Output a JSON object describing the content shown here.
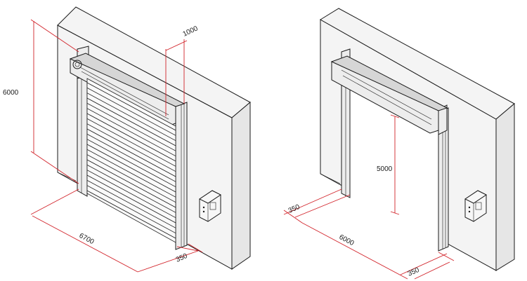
{
  "left_drawing": {
    "dim_height": "6000",
    "dim_top_offset": "1000",
    "dim_width": "6700",
    "dim_side": "350"
  },
  "right_drawing": {
    "dim_height": "5000",
    "dim_side_left": "350",
    "dim_width": "6000",
    "dim_side_right": "350"
  },
  "colors": {
    "dimension_line": "#d2232a",
    "outline": "#1a1a1a",
    "wall_fill": "#f4f4f4"
  }
}
